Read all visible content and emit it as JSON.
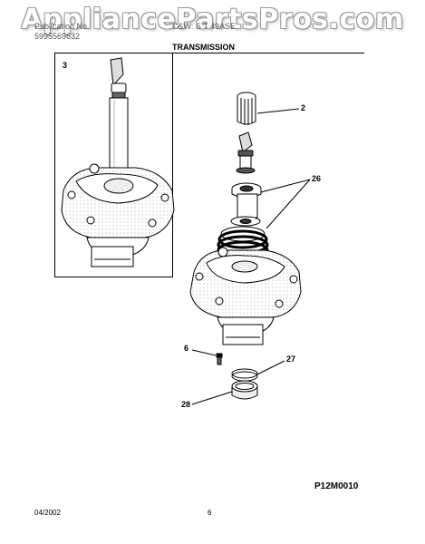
{
  "watermark": "AppliancePartsPros.com",
  "header": {
    "publication_label": "Publication No.",
    "publication_no": "5995569632",
    "model_label": "C&W: S 7",
    "model_suffix": "49ASE",
    "section_title": "TRANSMISSION"
  },
  "callouts": {
    "c3": "3",
    "c2": "2",
    "c26": "26",
    "c6": "6",
    "c27": "27",
    "c28": "28"
  },
  "diagram_code": "P12M0010",
  "footer": {
    "date": "04/2002",
    "page": "6"
  }
}
